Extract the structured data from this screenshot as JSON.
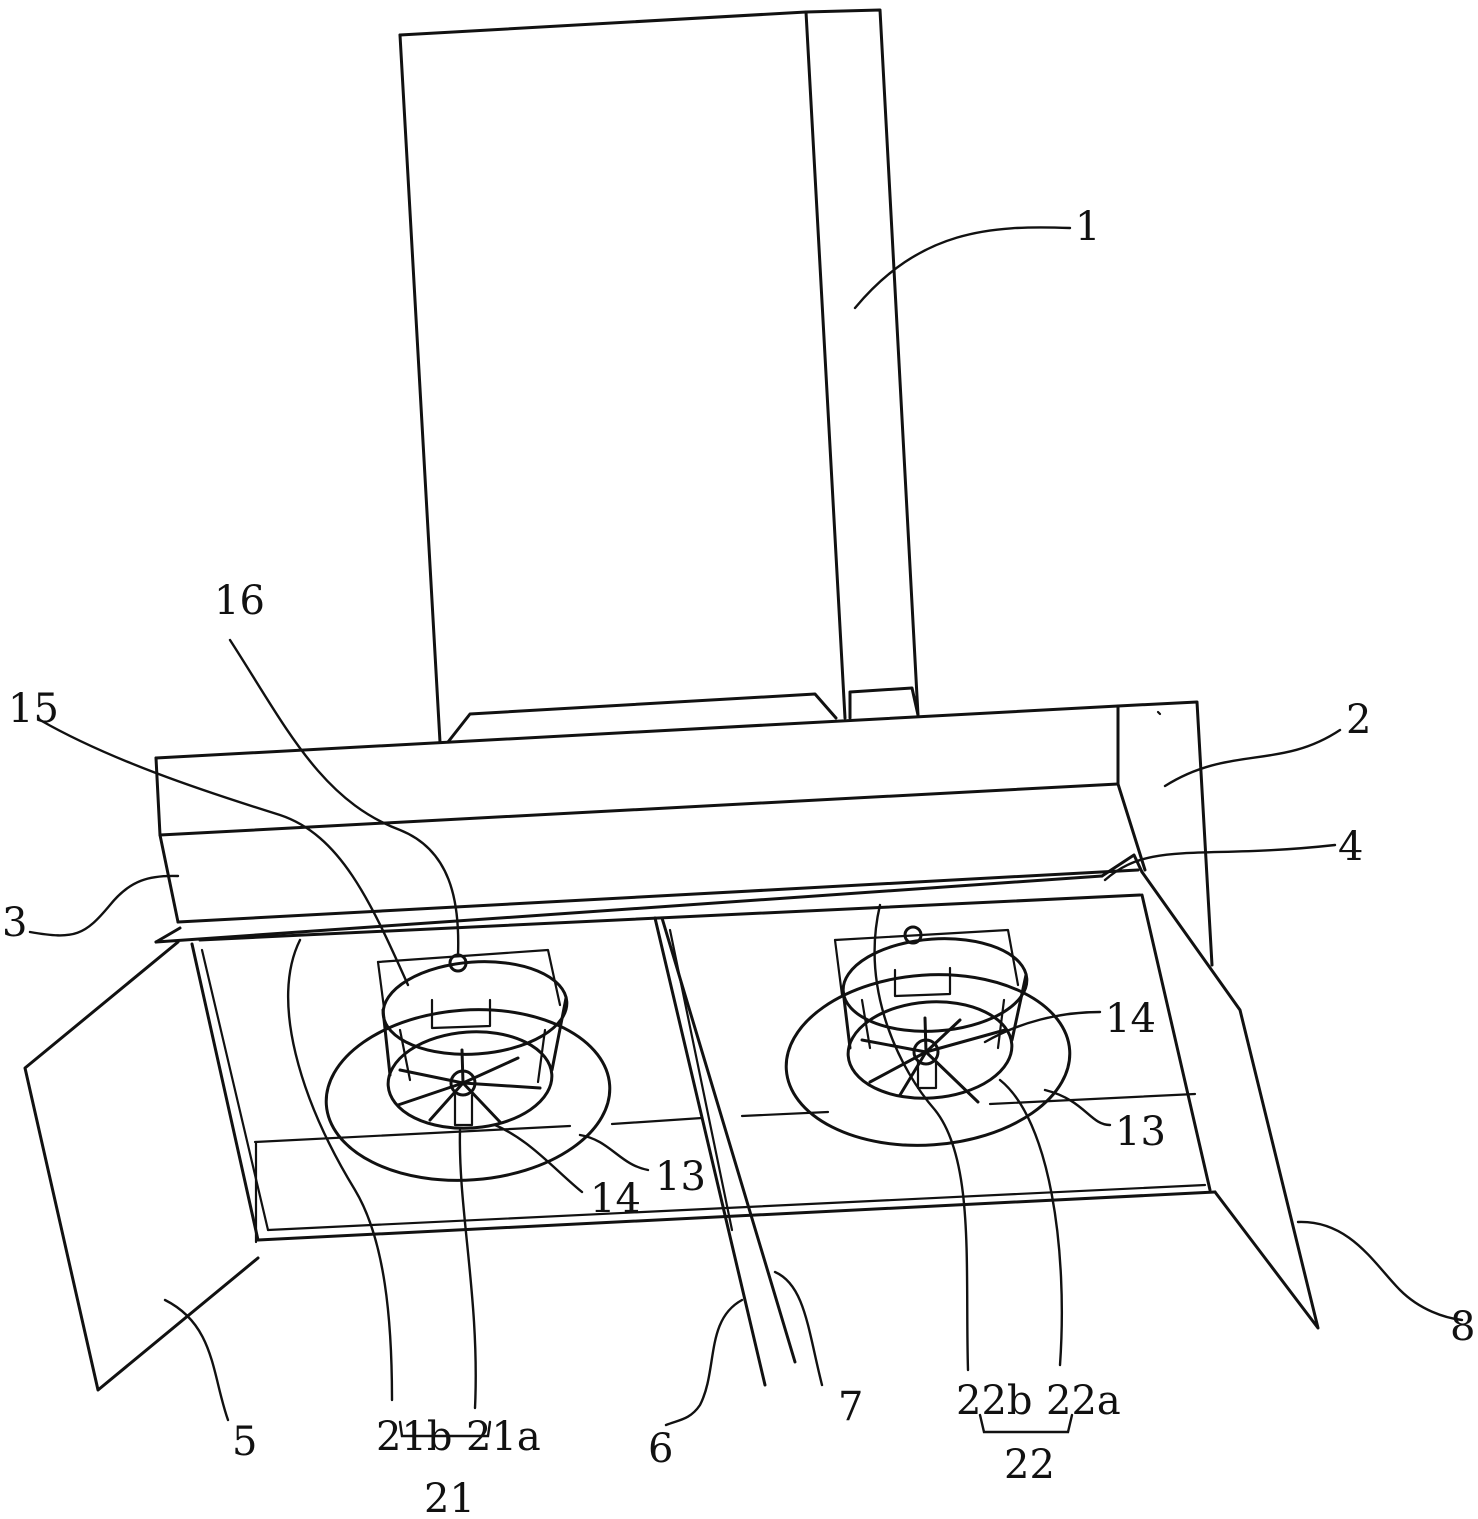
{
  "colors": {
    "line": "#111111",
    "background": "#ffffff"
  },
  "labels": {
    "l1": "1",
    "l2": "2",
    "l3": "3",
    "l4": "4",
    "l5": "5",
    "l6": "6",
    "l7": "7",
    "l8": "8",
    "l13_left": "13",
    "l13_right": "13",
    "l14_left": "14",
    "l14_right": "14",
    "l15": "15",
    "l16": "16",
    "l21": "21",
    "l21a": "21a",
    "l21b": "21b",
    "l22": "22",
    "l22a": "22a",
    "l22b": "22b"
  }
}
